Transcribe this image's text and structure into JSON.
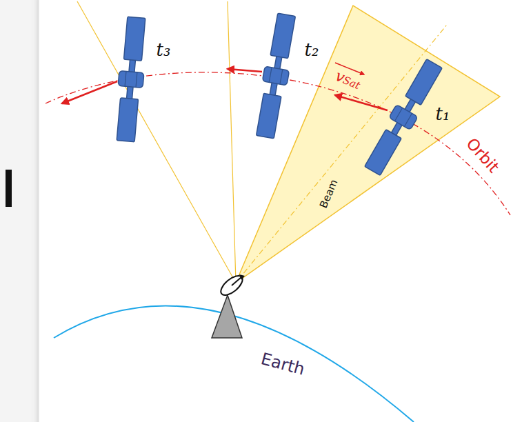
{
  "diagram": {
    "nodes": [
      {
        "text": [
          "Beam"
        ]
      }
    ],
    "labels": [
      "t₃",
      "t₂",
      "t₁",
      "vSat",
      "Orbit",
      "Earth"
    ]
  }
}
